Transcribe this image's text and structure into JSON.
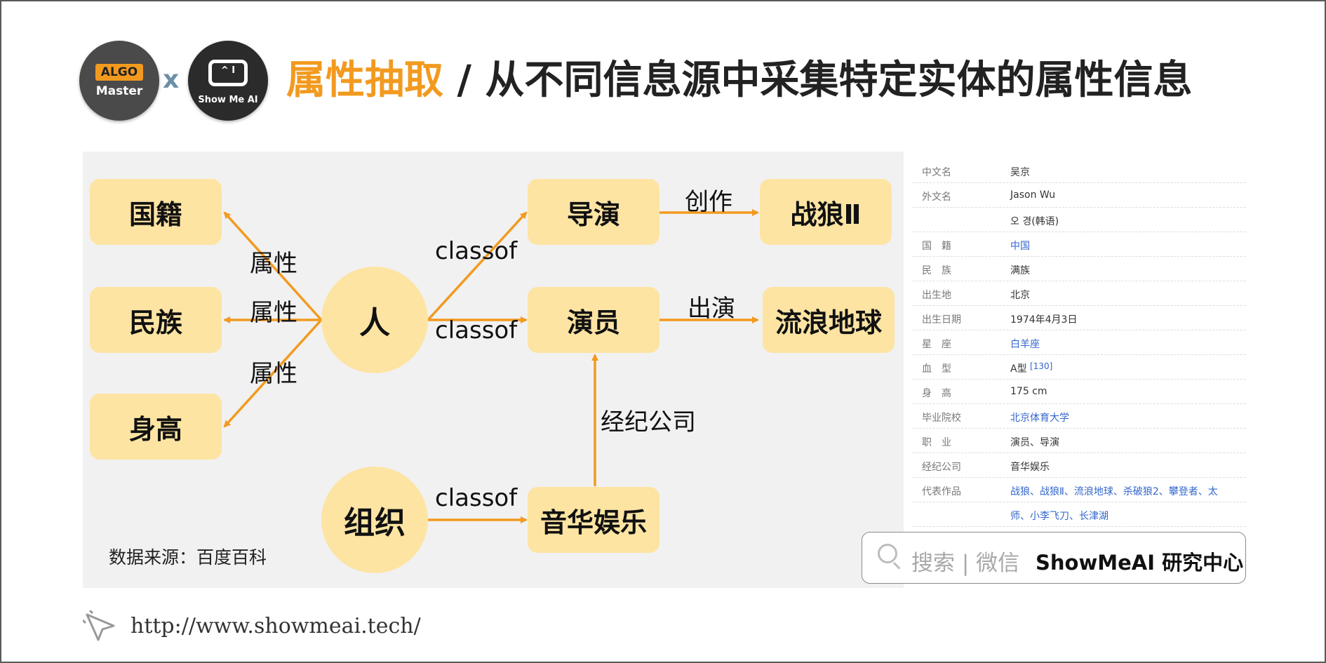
{
  "header": {
    "logo_algo_badge": "ALGO",
    "logo_algo_label": "Master",
    "logo_separator": "x",
    "logo_showme_face": "^ I",
    "logo_showme_label": "Show Me AI",
    "title_highlight": "属性抽取",
    "title_separator": " / ",
    "title_rest": "从不同信息源中采集特定实体的属性信息"
  },
  "diagram": {
    "nodes": {
      "nationality": "国籍",
      "ethnicity": "民族",
      "height": "身高",
      "person": "人",
      "organization": "组织",
      "director": "导演",
      "actor": "演员",
      "music_company": "音华娱乐",
      "wolf_warrior": "战狼Ⅱ",
      "wandering_earth": "流浪地球"
    },
    "edge_labels": {
      "attr_nationality": "属性",
      "attr_ethnicity": "属性",
      "attr_height": "属性",
      "classof_director": "classof",
      "classof_actor": "classof",
      "classof_company": "classof",
      "create": "创作",
      "act_in": "出演",
      "agency": "经纪公司"
    },
    "source_note": "数据来源：百度百科"
  },
  "infobox": {
    "rows": [
      {
        "key": "中文名",
        "value": "吴京",
        "link": false
      },
      {
        "key": "外文名",
        "value": "Jason Wu",
        "link": false
      },
      {
        "key": "",
        "value": "오 경(韩语)",
        "link": false
      },
      {
        "key": "国　籍",
        "value": "中国",
        "link": true
      },
      {
        "key": "民　族",
        "value": "满族",
        "link": false
      },
      {
        "key": "出生地",
        "value": "北京",
        "link": false
      },
      {
        "key": "出生日期",
        "value": "1974年4月3日",
        "link": false
      },
      {
        "key": "星　座",
        "value": "白羊座",
        "link": true
      },
      {
        "key": "血　型",
        "value": "A型",
        "link": false,
        "ref": "[130]"
      },
      {
        "key": "身　高",
        "value": "175 cm",
        "link": false
      },
      {
        "key": "毕业院校",
        "value": "北京体育大学",
        "link": true
      },
      {
        "key": "职　业",
        "value": "演员、导演",
        "link": false
      },
      {
        "key": "经纪公司",
        "value": "音华娱乐",
        "link": false
      },
      {
        "key": "代表作品",
        "value": "战狼、战狼Ⅱ、流浪地球、杀破狼2、攀登者、太",
        "link": true
      },
      {
        "key": "",
        "value": "师、小李飞刀、长津湖",
        "link": true
      }
    ]
  },
  "search_box": {
    "icon": "search-icon",
    "text": "搜索 | 微信",
    "brand": "ShowMeAI 研究中心"
  },
  "footer": {
    "icon": "cursor-icon",
    "url": "http://www.showmeai.tech/"
  },
  "colors": {
    "accent": "#f29a1f",
    "node_fill": "#fde4a3",
    "panel_bg": "#f1f1f1",
    "link": "#3366cc"
  }
}
